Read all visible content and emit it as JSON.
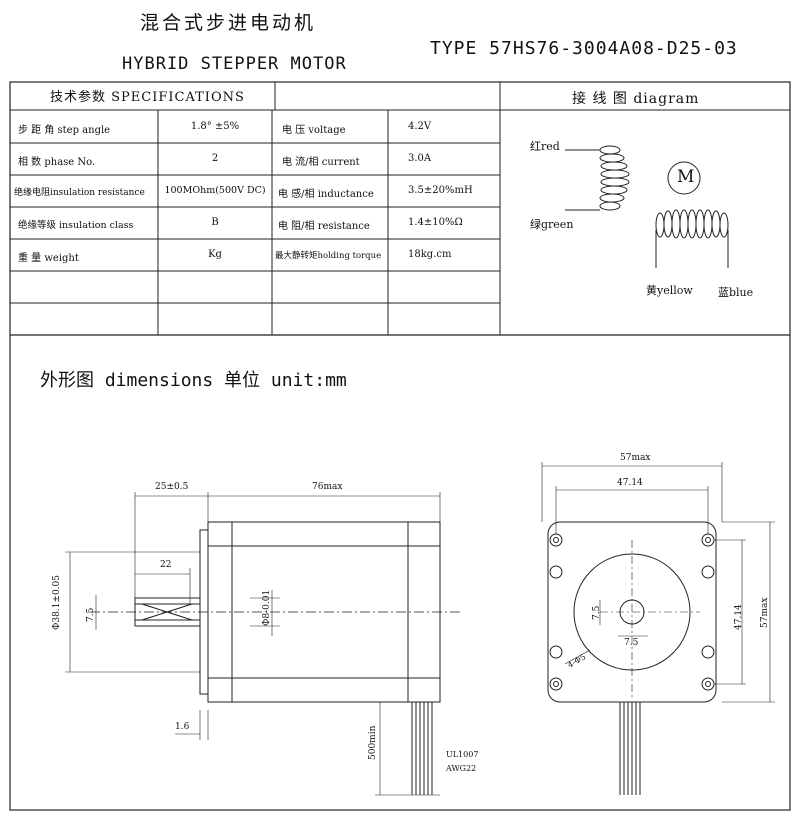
{
  "header": {
    "title_cn": "混合式步进电动机",
    "title_en": "HYBRID STEPPER MOTOR",
    "type_label": "TYPE 57HS76-3004A08-D25-03"
  },
  "spec_header": "技术参数  SPECIFICATIONS",
  "wiring_header": "接 线 图 diagram",
  "specs_left": [
    {
      "label": "步 距 角  step angle",
      "value": "1.8° ±5%"
    },
    {
      "label": "相   数  phase No.",
      "value": "2"
    },
    {
      "label": "绝缘电阻insulation resistance",
      "value": "100MOhm(500V DC)"
    },
    {
      "label": "绝缘等级  insulation class",
      "value": "B"
    },
    {
      "label": "重   量  weight",
      "value": "Kg"
    }
  ],
  "specs_right": [
    {
      "label": "电  压  voltage",
      "value": "4.2V"
    },
    {
      "label": "电 流/相  current",
      "value": "3.0A"
    },
    {
      "label": "电 感/相 inductance",
      "value": "3.5±20%mH"
    },
    {
      "label": "电 阻/相 resistance",
      "value": "1.4±10%Ω"
    },
    {
      "label": "最大静转矩holding torque",
      "value": "18kg.cm"
    }
  ],
  "wiring": {
    "red": "红red",
    "green": "绿green",
    "yellow": "黄yellow",
    "blue": "蓝blue",
    "motor": "M"
  },
  "dimensions": {
    "title": "外形图 dimensions    单位 unit:mm",
    "side": {
      "shaft_len": "25±0.5",
      "body_len": "76max",
      "flat_len": "22",
      "boss_dia": "Φ38.1±0.05",
      "flat_w": "7.5",
      "shaft_dia": "Φ8-0.01",
      "flange": "1.6",
      "lead_len": "500min",
      "wire1": "UL1007",
      "wire2": "AWG22"
    },
    "front": {
      "width": "57max",
      "hole_pitch": "47.14",
      "hole_pitch_v": "47.14",
      "height": "57max",
      "flat_w": "7.5",
      "flat_h": "7.5",
      "holes": "4-Φ5"
    }
  }
}
